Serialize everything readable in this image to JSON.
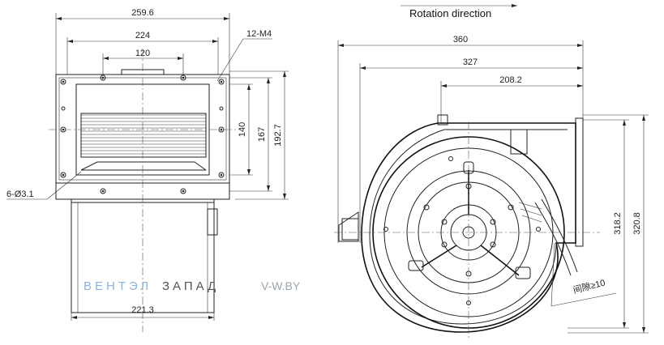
{
  "front_view": {
    "dim_total_width": "259.6",
    "dim_mount_width": "224",
    "dim_inner_width": "120",
    "dim_holes": "12-M4",
    "dim_height_inner": "140",
    "dim_height_mid": "167",
    "dim_height_outer": "192.7",
    "dim_slots": "6-Ø3.1",
    "dim_bottom_width": "221.3"
  },
  "side_view": {
    "rotation_label": "Rotation direction",
    "dim_total_width": "360",
    "dim_width_mid": "327",
    "dim_width_inner": "208.2",
    "dim_height_a": "318.2",
    "dim_height_b": "320.8",
    "gap_note": "间隙≥10"
  },
  "watermark": {
    "brand_part1": "ВЕНТЭЛ",
    "brand_part2": "ЗАПАД",
    "site": "V-W.BY",
    "color_part1": "#8fb3d9",
    "color_part2": "#555555"
  }
}
